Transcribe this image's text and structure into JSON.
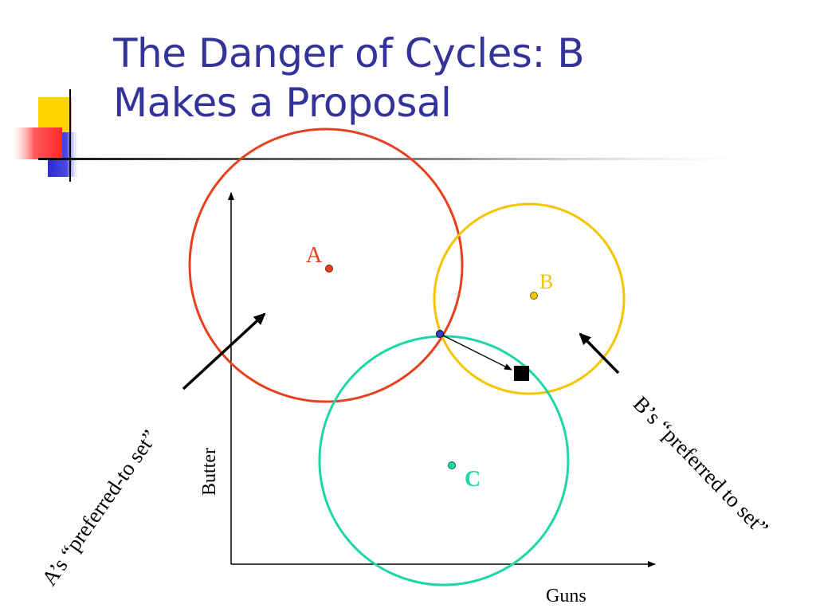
{
  "slide": {
    "title_line1": "The Danger of Cycles: B",
    "title_line2": "Makes a Proposal"
  },
  "colors": {
    "title": "#333399",
    "circle_a": "#e8401e",
    "circle_b": "#f5c400",
    "circle_c": "#1fd6a6",
    "deco_yellow": "#ffd200",
    "deco_red": "#ff3b3b",
    "deco_blue": "#3a3ad8"
  },
  "diagram": {
    "points": {
      "a_label": "A",
      "b_label": "B",
      "c_label": "C"
    },
    "axes": {
      "x_label": "Guns",
      "y_label": "Butter"
    },
    "annotations": {
      "a_preferred": "A’s “preferred-to set”",
      "b_preferred": "B’s “preferred to set”"
    }
  }
}
